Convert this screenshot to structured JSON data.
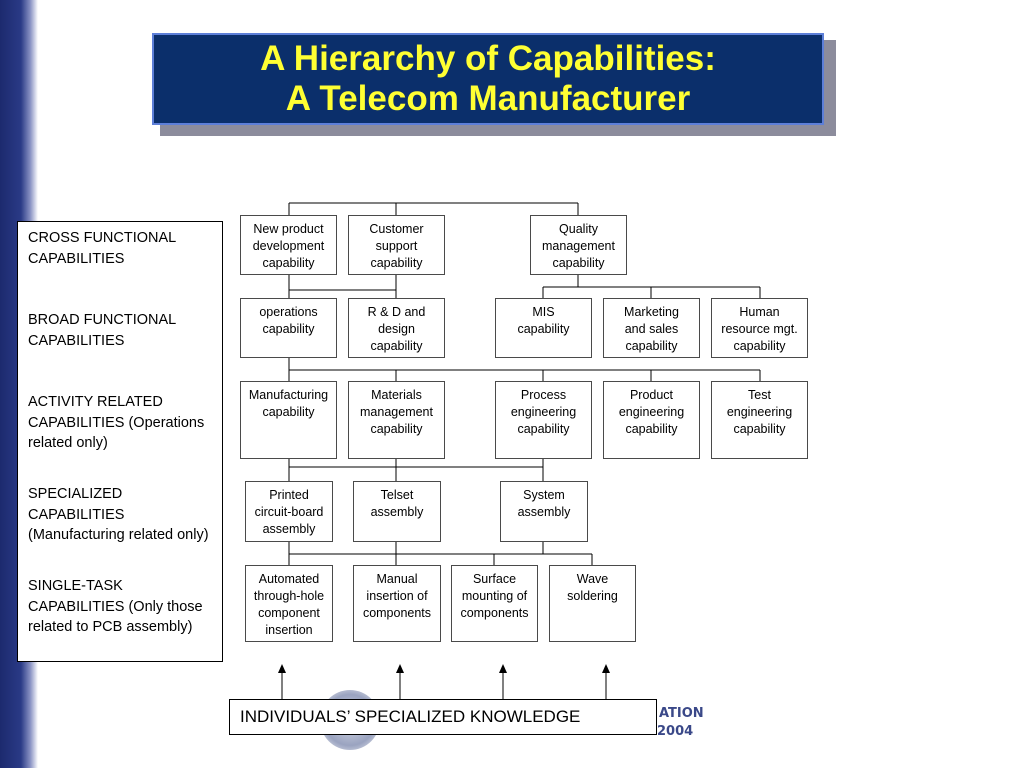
{
  "title": {
    "line1": "A Hierarchy of Capabilities:",
    "line2": "A Telecom Manufacturer"
  },
  "legend": {
    "cross": "CROSS FUNCTIONAL CAPABILITIES",
    "broad": "BROAD FUNCTIONAL CAPABILITIES",
    "activity": "ACTIVITY RELATED CAPABILITIES (Operations related only)",
    "specialized": "SPECIALIZED CAPABILITIES (Manufacturing related only)",
    "single_task": "SINGLE-TASK CAPABILITIES (Only those related to PCB assembly)"
  },
  "nodes": {
    "new_product": "New product\ndevelopment\ncapability",
    "customer_support": "Customer\nsupport\ncapability",
    "quality": "Quality\nmanagement\ncapability",
    "operations": "operations\ncapability",
    "rd_design": "R & D and\ndesign\ncapability",
    "mis": "MIS\ncapability",
    "marketing": "Marketing\nand sales\ncapability",
    "human_resource": "Human\nresource mgt.\ncapability",
    "manufacturing": "Manufacturing\ncapability",
    "materials": "Materials\nmanagement\ncapability",
    "process_eng": "Process\nengineering\ncapability",
    "product_eng": "Product\nengineering\ncapability",
    "test_eng": "Test\nengineering\ncapability",
    "pcb_assembly": "Printed\ncircuit-board\nassembly",
    "telset": "Telset\nassembly",
    "system_assembly": "System\nassembly",
    "automated": "Automated\nthrough-hole\ncomponent\ninsertion",
    "manual": "Manual\ninsertion of\ncomponents",
    "surface": "Surface\nmounting of\ncomponents",
    "wave": "Wave\nsoldering"
  },
  "knowledge": "INDIVIDUALS’ SPECIALIZED KNOWLEDGE",
  "footer": {
    "right": "ATION",
    "sub": "2004"
  }
}
